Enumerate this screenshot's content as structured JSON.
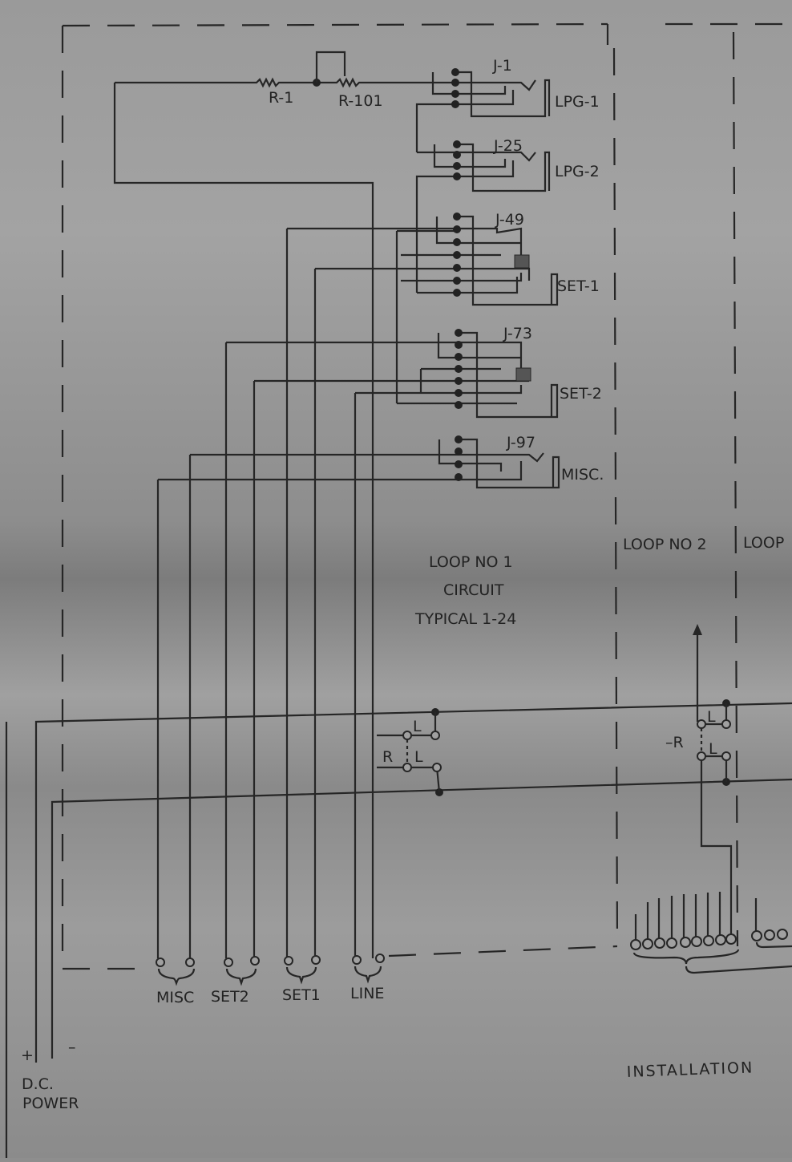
{
  "resistors": {
    "r1": "R-1",
    "r101": "R-101"
  },
  "jacks": [
    {
      "id": "J-1",
      "label": "LPG-1"
    },
    {
      "id": "J-25",
      "label": "LPG-2"
    },
    {
      "id": "J-49",
      "label": "SET-1"
    },
    {
      "id": "J-73",
      "label": "SET-2"
    },
    {
      "id": "J-97",
      "label": "MISC."
    }
  ],
  "loop1": {
    "line1": "LOOP NO  1",
    "line2": "CIRCUIT",
    "line3": "TYPICAL  1-24"
  },
  "loop2": "LOOP NO 2",
  "loop3": "LOOP",
  "relay": {
    "l_top": "L",
    "r": "R",
    "l_bottom": "L",
    "r2": "–R",
    "l2_top": "L",
    "l2_bottom": "L"
  },
  "terminals": {
    "misc": "MISC",
    "set2": "SET2",
    "set1": "SET1",
    "line": "LINE"
  },
  "power": {
    "plus": "+",
    "minus": "–",
    "line1": "D.C.",
    "line2": "POWER"
  },
  "installation": "INSTALLATION"
}
